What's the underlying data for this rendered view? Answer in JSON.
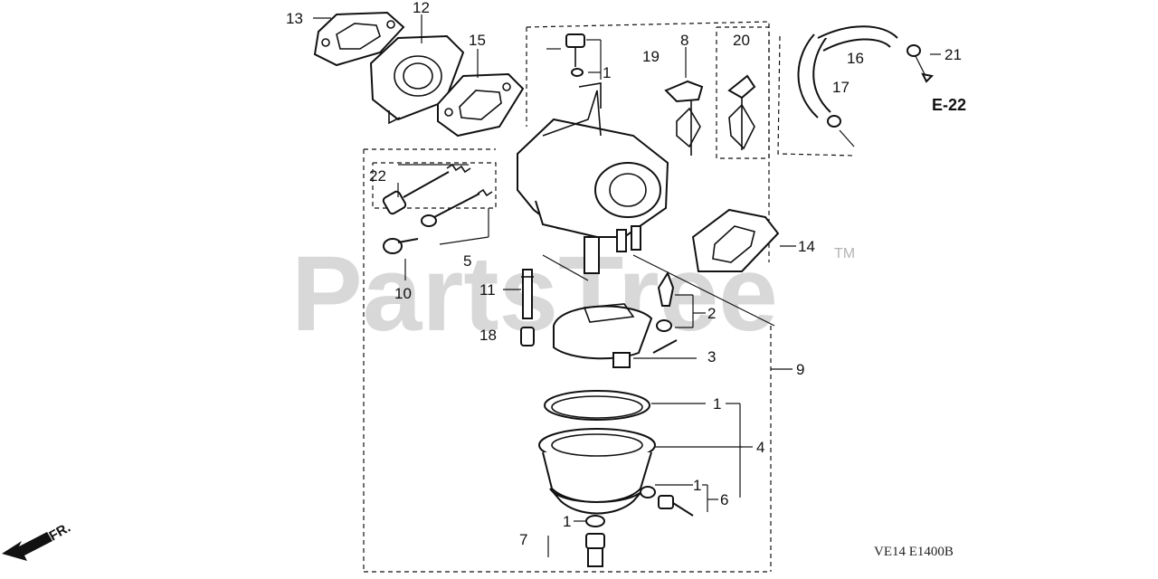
{
  "callouts": {
    "c13": "13",
    "c12": "12",
    "c15": "15",
    "c1_top": "1",
    "c19": "19",
    "c8": "8",
    "c20": "20",
    "c16": "16",
    "c17": "17",
    "c21": "21",
    "c22": "22",
    "c5": "5",
    "c10": "10",
    "c14": "14",
    "c11": "11",
    "c2": "2",
    "c18": "18",
    "c3": "3",
    "c9": "9",
    "c1_bowl": "1",
    "c4": "4",
    "c1_bolt": "1",
    "c6": "6",
    "c1_drain": "1",
    "c7": "7"
  },
  "reference_label": "E-22",
  "direction_label": "FR.",
  "watermark": {
    "text": "PartsTree",
    "trademark": "TM"
  },
  "diagram_code": "VE14   E1400B"
}
